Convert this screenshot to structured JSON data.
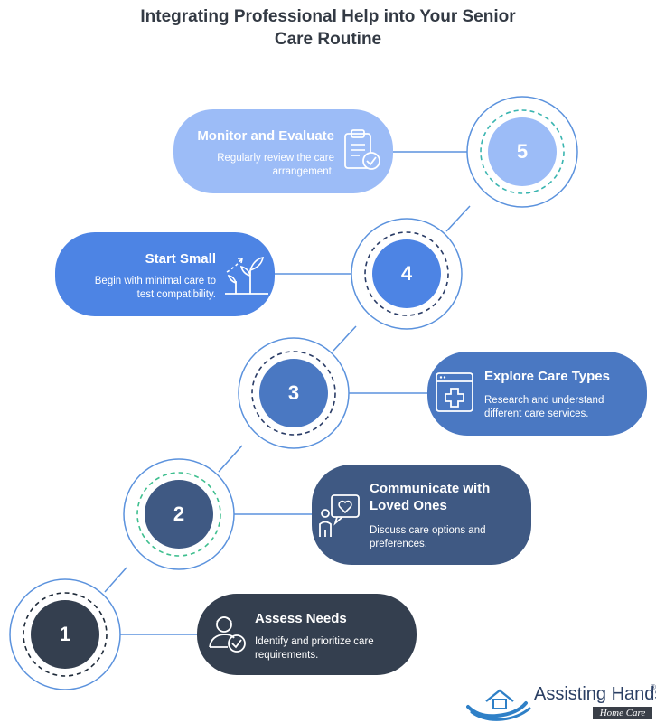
{
  "title_line1": "Integrating Professional Help into Your Senior",
  "title_line2": "Care Routine",
  "steps": [
    {
      "number": "1",
      "title": "Assess Needs",
      "desc_line1": "Identify and prioritize care",
      "desc_line2": "requirements.",
      "icon": "person-check-icon",
      "color": "#343f4f"
    },
    {
      "number": "2",
      "title_line1": "Communicate with",
      "title_line2": "Loved Ones",
      "desc_line1": "Discuss care options and",
      "desc_line2": "preferences.",
      "icon": "heart-chat-icon",
      "color": "#3f5983"
    },
    {
      "number": "3",
      "title": "Explore Care Types",
      "desc_line1": "Research and understand",
      "desc_line2": "different care services.",
      "icon": "medical-window-icon",
      "color": "#4a78c2"
    },
    {
      "number": "4",
      "title": "Start Small",
      "desc_line1": "Begin with minimal care to",
      "desc_line2": "test compatibility.",
      "icon": "growing-plants-icon",
      "color": "#4d84e4"
    },
    {
      "number": "5",
      "title": "Monitor and Evaluate",
      "desc_line1": "Regularly review the care",
      "desc_line2": "arrangement.",
      "icon": "clipboard-check-icon",
      "color": "#9cbcf7"
    }
  ],
  "logo": {
    "name": "Assisting Hands",
    "registered": "®",
    "subtitle": "Home Care",
    "icon": "hands-house-icon"
  }
}
